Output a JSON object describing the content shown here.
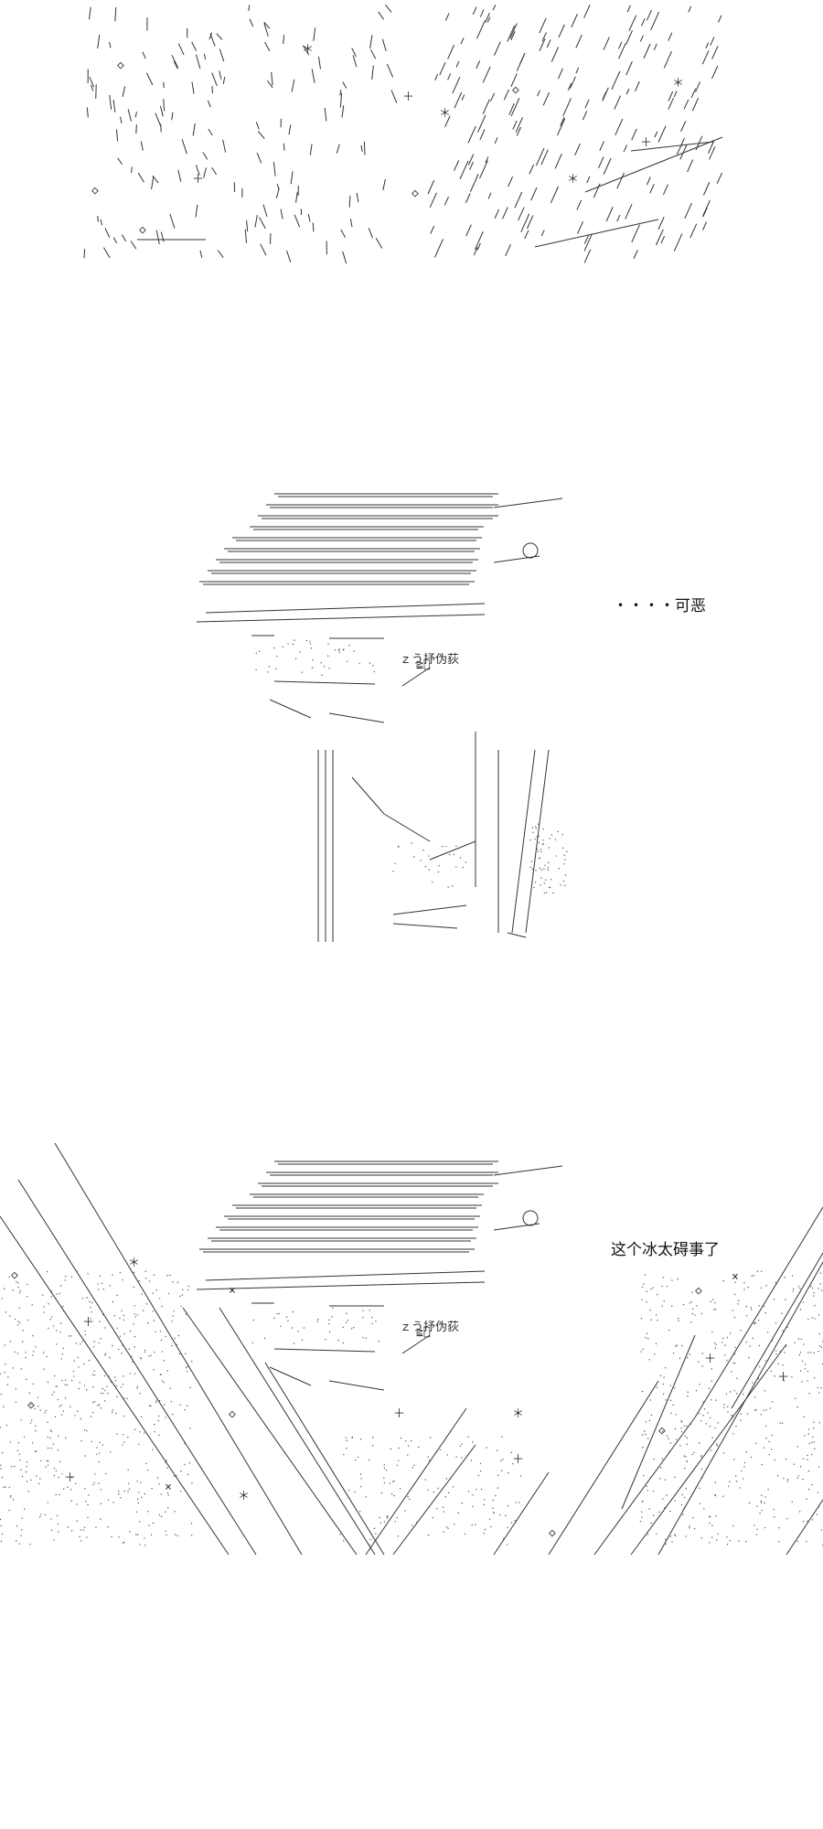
{
  "panels": [
    {
      "id": "panel-1",
      "dialogue": ""
    },
    {
      "id": "panel-2",
      "dialogue": "・・・・可恶",
      "aa_caption": "ｚう抒伪荻"
    },
    {
      "id": "panel-3",
      "dialogue": "这个冰太碍事了",
      "aa_caption": "ｚう抒伪荻"
    }
  ],
  "colors": {
    "background": "#ffffff",
    "ink": "#222222"
  }
}
